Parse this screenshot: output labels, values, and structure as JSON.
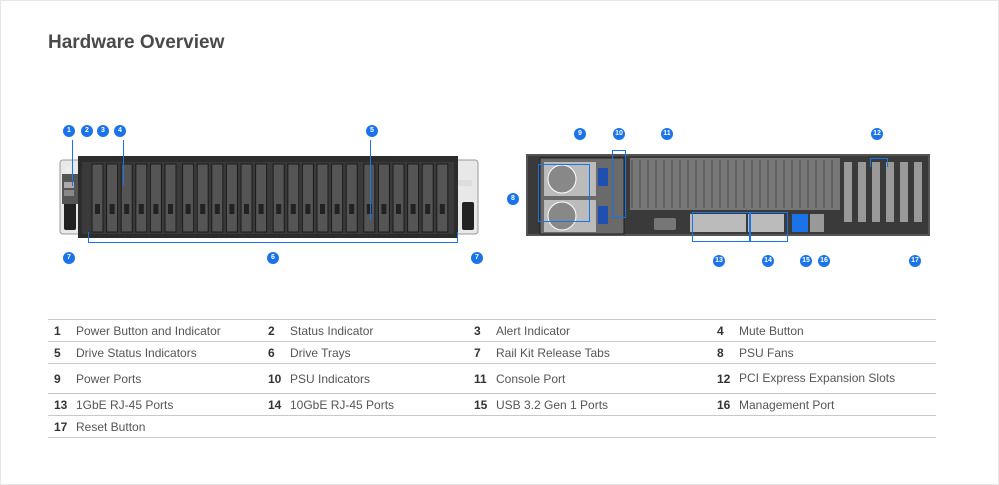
{
  "page": {
    "title": "Hardware Overview"
  },
  "callouts": [
    "1",
    "2",
    "3",
    "4",
    "5",
    "6",
    "7",
    "7",
    "8",
    "9",
    "10",
    "11",
    "12",
    "13",
    "14",
    "15",
    "16",
    "17"
  ],
  "legend": {
    "rows": [
      [
        {
          "num": "1",
          "label": "Power Button and Indicator"
        },
        {
          "num": "2",
          "label": "Status Indicator"
        },
        {
          "num": "3",
          "label": "Alert Indicator"
        },
        {
          "num": "4",
          "label": "Mute Button"
        }
      ],
      [
        {
          "num": "5",
          "label": "Drive Status Indicators"
        },
        {
          "num": "6",
          "label": "Drive Trays"
        },
        {
          "num": "7",
          "label": "Rail Kit Release Tabs"
        },
        {
          "num": "8",
          "label": "PSU Fans"
        }
      ],
      [
        {
          "num": "9",
          "label": "Power Ports"
        },
        {
          "num": "10",
          "label": "PSU Indicators"
        },
        {
          "num": "11",
          "label": "Console Port"
        },
        {
          "num": "12",
          "label": "PCI Express Expansion Slots"
        }
      ],
      [
        {
          "num": "13",
          "label": "1GbE RJ-45 Ports"
        },
        {
          "num": "14",
          "label": "10GbE RJ-45 Ports"
        },
        {
          "num": "15",
          "label": "USB 3.2 Gen 1 Ports"
        },
        {
          "num": "16",
          "label": "Management Port"
        }
      ],
      [
        {
          "num": "17",
          "label": "Reset Button"
        }
      ]
    ]
  },
  "colors": {
    "accent": "#1a73e8",
    "chassis": "#2b2b2b",
    "panel": "#5a5a5a"
  }
}
